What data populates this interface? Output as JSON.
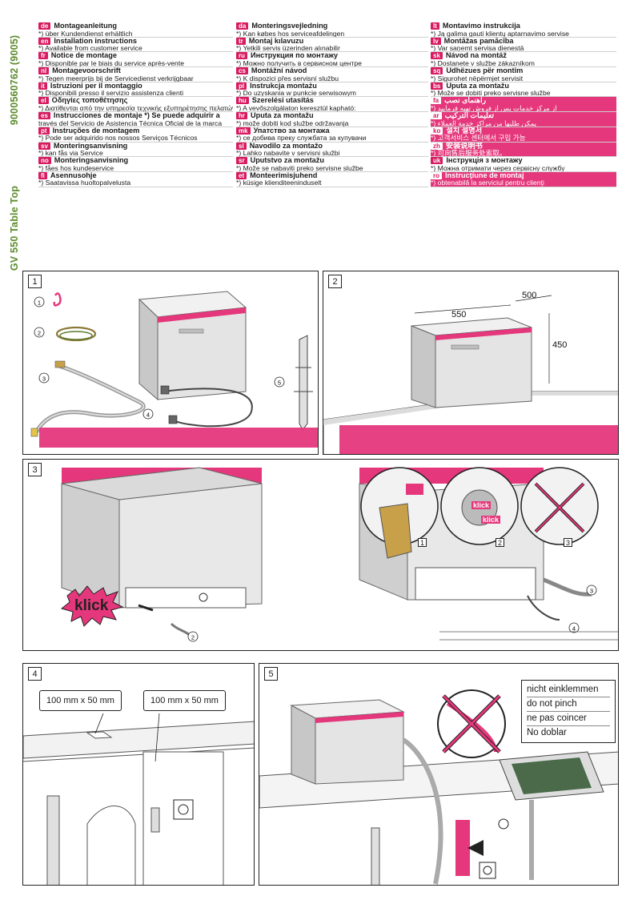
{
  "side": {
    "code": "9000560762 (9005)",
    "model": "GV 550 Table Top"
  },
  "languages": {
    "col1": [
      {
        "code": "de",
        "title": "Montageanleitung",
        "sub": "*) über Kundendienst erhältlich"
      },
      {
        "code": "en",
        "title": "Installation instructions",
        "sub": "*) Available from customer service"
      },
      {
        "code": "fr",
        "title": "Notice de montage",
        "sub": "*) Disponible par le biais du service après-vente"
      },
      {
        "code": "nl",
        "title": "Montagevoorschrift",
        "sub": "*) Tegen meerprijs bij de Servicedienst verkrijgbaar"
      },
      {
        "code": "it",
        "title": "Istruzioni per il montaggio",
        "sub": "*) Disponibili presso il servizio assistenza clienti"
      },
      {
        "code": "el",
        "title": "Οδηγίες τοποθέτησης",
        "sub": "*) Διατίθενται από την υπηρεσία τεχνικής εξυπηρέτησης πελατών"
      },
      {
        "code": "es",
        "title": "Instrucciones de montaje   *) Se puede adquirir a",
        "sub": "través del Servicio de Asistencia Técnica Oficial de la marca"
      },
      {
        "code": "pt",
        "title": "Instruções de montagem",
        "sub": "*) Pode ser adquirido nos nossos Serviços Técnicos"
      },
      {
        "code": "sv",
        "title": "Monteringsanvisning",
        "sub": "*) kan fås via Service"
      },
      {
        "code": "no",
        "title": "Monteringsanvisning",
        "sub": "*) fåes hos kundeservice"
      },
      {
        "code": "fi",
        "title": "Asennusohje",
        "sub": "*) Saatavissa huoltopalvelusta"
      }
    ],
    "col2": [
      {
        "code": "da",
        "title": "Monteringsvejledning",
        "sub": "*) Kan købes hos serviceafdelingen"
      },
      {
        "code": "tr",
        "title": "Montaj kılavuzu",
        "sub": "*) Yetkili servis üzerinden alınabilir"
      },
      {
        "code": "ru",
        "title": "Инструкция по монтажу",
        "sub": "*) Можно получить в сервисном центре"
      },
      {
        "code": "cs",
        "title": "Montážní návod",
        "sub": "*) K dispozici přes servisní službu"
      },
      {
        "code": "pl",
        "title": "Instrukcja montażu",
        "sub": "*) Do uzyskania w punkcie serwisowym"
      },
      {
        "code": "hu",
        "title": "Szerelési utasítás",
        "sub": "*) A vevőszolgálaton keresztül kapható:"
      },
      {
        "code": "hr",
        "title": "Uputa za montažu",
        "sub": "*) može dobiti kod službe održavanja"
      },
      {
        "code": "mk",
        "title": "Упатство за монтажа",
        "sub": "*) се добива преку службата за купувачи"
      },
      {
        "code": "sl",
        "title": "Navodilo za montažo",
        "sub": "*) Lahko nabavite v servisni službi"
      },
      {
        "code": "sr",
        "title": "Uputstvo za montažu",
        "sub": "*) Može se nabaviti preko servisne službe"
      },
      {
        "code": "et",
        "title": "Monteerimisjuhend",
        "sub": "*) küsige klienditeeninduselt"
      }
    ],
    "col3": [
      {
        "code": "lt",
        "title": "Montavimo instrukcija",
        "sub": "*) Ją galima gauti klientų aptarnavimo servise",
        "hl": false
      },
      {
        "code": "lv",
        "title": "Montāžas pamācība",
        "sub": "*) Var saņemt servisa dienestā",
        "hl": false
      },
      {
        "code": "sk",
        "title": "Návod na montáž",
        "sub": "*) Dostanete v službe zákazníkom",
        "hl": false
      },
      {
        "code": "sq",
        "title": "Udhëzues për montim",
        "sub": "*) Sigurohet nëpërmjet servisit",
        "hl": false
      },
      {
        "code": "bs",
        "title": "Uputa za montažu",
        "sub": "*) Može se dobiti preko servisne službe",
        "hl": false
      },
      {
        "code": "fa",
        "title": "راهنمای نصب",
        "sub": "*) از مرکز خدمات پس از فروش تهیه فرمایید",
        "hl": true
      },
      {
        "code": "ar",
        "title": "تعليمات التركيب",
        "sub": "*) يمكن طلبها من مراكز خدمة العملاء",
        "hl": true
      },
      {
        "code": "ko",
        "title": "설치 설명서",
        "sub": "*) 고객서비스 센터에서 구입 가능",
        "hl": true
      },
      {
        "code": "zh",
        "title": "安装说明书",
        "sub": "*) 可向售后服务处索取。",
        "hl": true
      },
      {
        "code": "uk",
        "title": "Інструкція з монтажу",
        "sub": "*) Можна отримати через сервісну службу",
        "hl": false
      },
      {
        "code": "ro",
        "title": "Instrucţiune de montaj",
        "sub": "*) obtenabilă la serviciul pentru clienţi",
        "hl": true
      }
    ]
  },
  "panel1": {
    "step": "1",
    "parts": [
      "1",
      "2",
      "3",
      "4",
      "5"
    ]
  },
  "panel2": {
    "step": "2",
    "depth": "500",
    "width": "550",
    "height": "450"
  },
  "panel3": {
    "step": "3",
    "klick_big": "klick",
    "klick_small_1": "klick",
    "klick_small_2": "klick",
    "callout_1": "1",
    "callout_2": "2",
    "callout_3": "3",
    "part_2": "2",
    "part_3": "3",
    "part_4": "4"
  },
  "panel4": {
    "step": "4",
    "label_left": "100 mm x 50 mm",
    "label_right": "100 mm x 50 mm"
  },
  "panel5": {
    "step": "5",
    "warnings": [
      "nicht einklemmen",
      "do not pinch",
      "ne pas coincer",
      "No doblar"
    ]
  },
  "colors": {
    "accent": "#e5377b",
    "badge": "#d81b60",
    "sidetext": "#5c8c2d"
  }
}
